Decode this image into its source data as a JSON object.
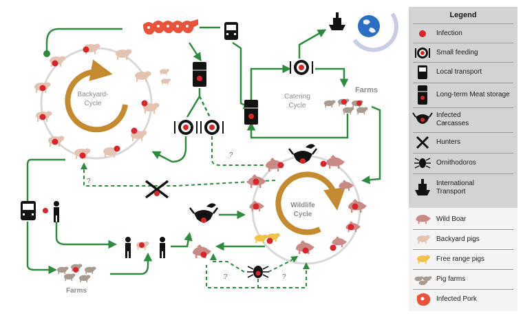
{
  "diagram": {
    "labels": {
      "backyard_cycle": [
        "Backyard-",
        "Cycle"
      ],
      "catering_cycle": [
        "Catering",
        "Cycle"
      ],
      "wildlife_cycle": [
        "Wildlife",
        "Cycle"
      ],
      "farms_right": "Farms",
      "farms_bottom": "Farms",
      "unknown": "?"
    },
    "colors": {
      "arrow": "#2e8b3e",
      "cycle_arrow": "#c48a2f",
      "infection": "#d6262b",
      "wild_boar": "#c98a86",
      "backyard_pig": "#e3c4b3",
      "free_range_pig": "#f3c04a",
      "pork": "#e8533c",
      "ring": "#d8d8d8"
    }
  },
  "legend": {
    "title": "Legend",
    "items": [
      {
        "icon": "infection-dot-icon",
        "label": "Infection"
      },
      {
        "icon": "plate-icon",
        "label": "Small feeding"
      },
      {
        "icon": "bus-icon",
        "label": "Local transport"
      },
      {
        "icon": "fridge-icon",
        "label": "Long-term Meat storage"
      },
      {
        "icon": "carcass-icon",
        "label": "Infected Carcasses"
      },
      {
        "icon": "crossed-guns-icon",
        "label": "Hunters"
      },
      {
        "icon": "tick-icon",
        "label": "Ornithodoros"
      },
      {
        "icon": "ship-icon",
        "label": "International Transport"
      },
      {
        "icon": "wild-boar-icon",
        "label": "Wild Boar"
      },
      {
        "icon": "backyard-pig-icon",
        "label": "Backyard pigs"
      },
      {
        "icon": "free-range-pig-icon",
        "label": "Free range pigs"
      },
      {
        "icon": "pig-farm-icon",
        "label": "Pig farms"
      },
      {
        "icon": "pork-icon",
        "label": "Infected Pork"
      }
    ]
  }
}
